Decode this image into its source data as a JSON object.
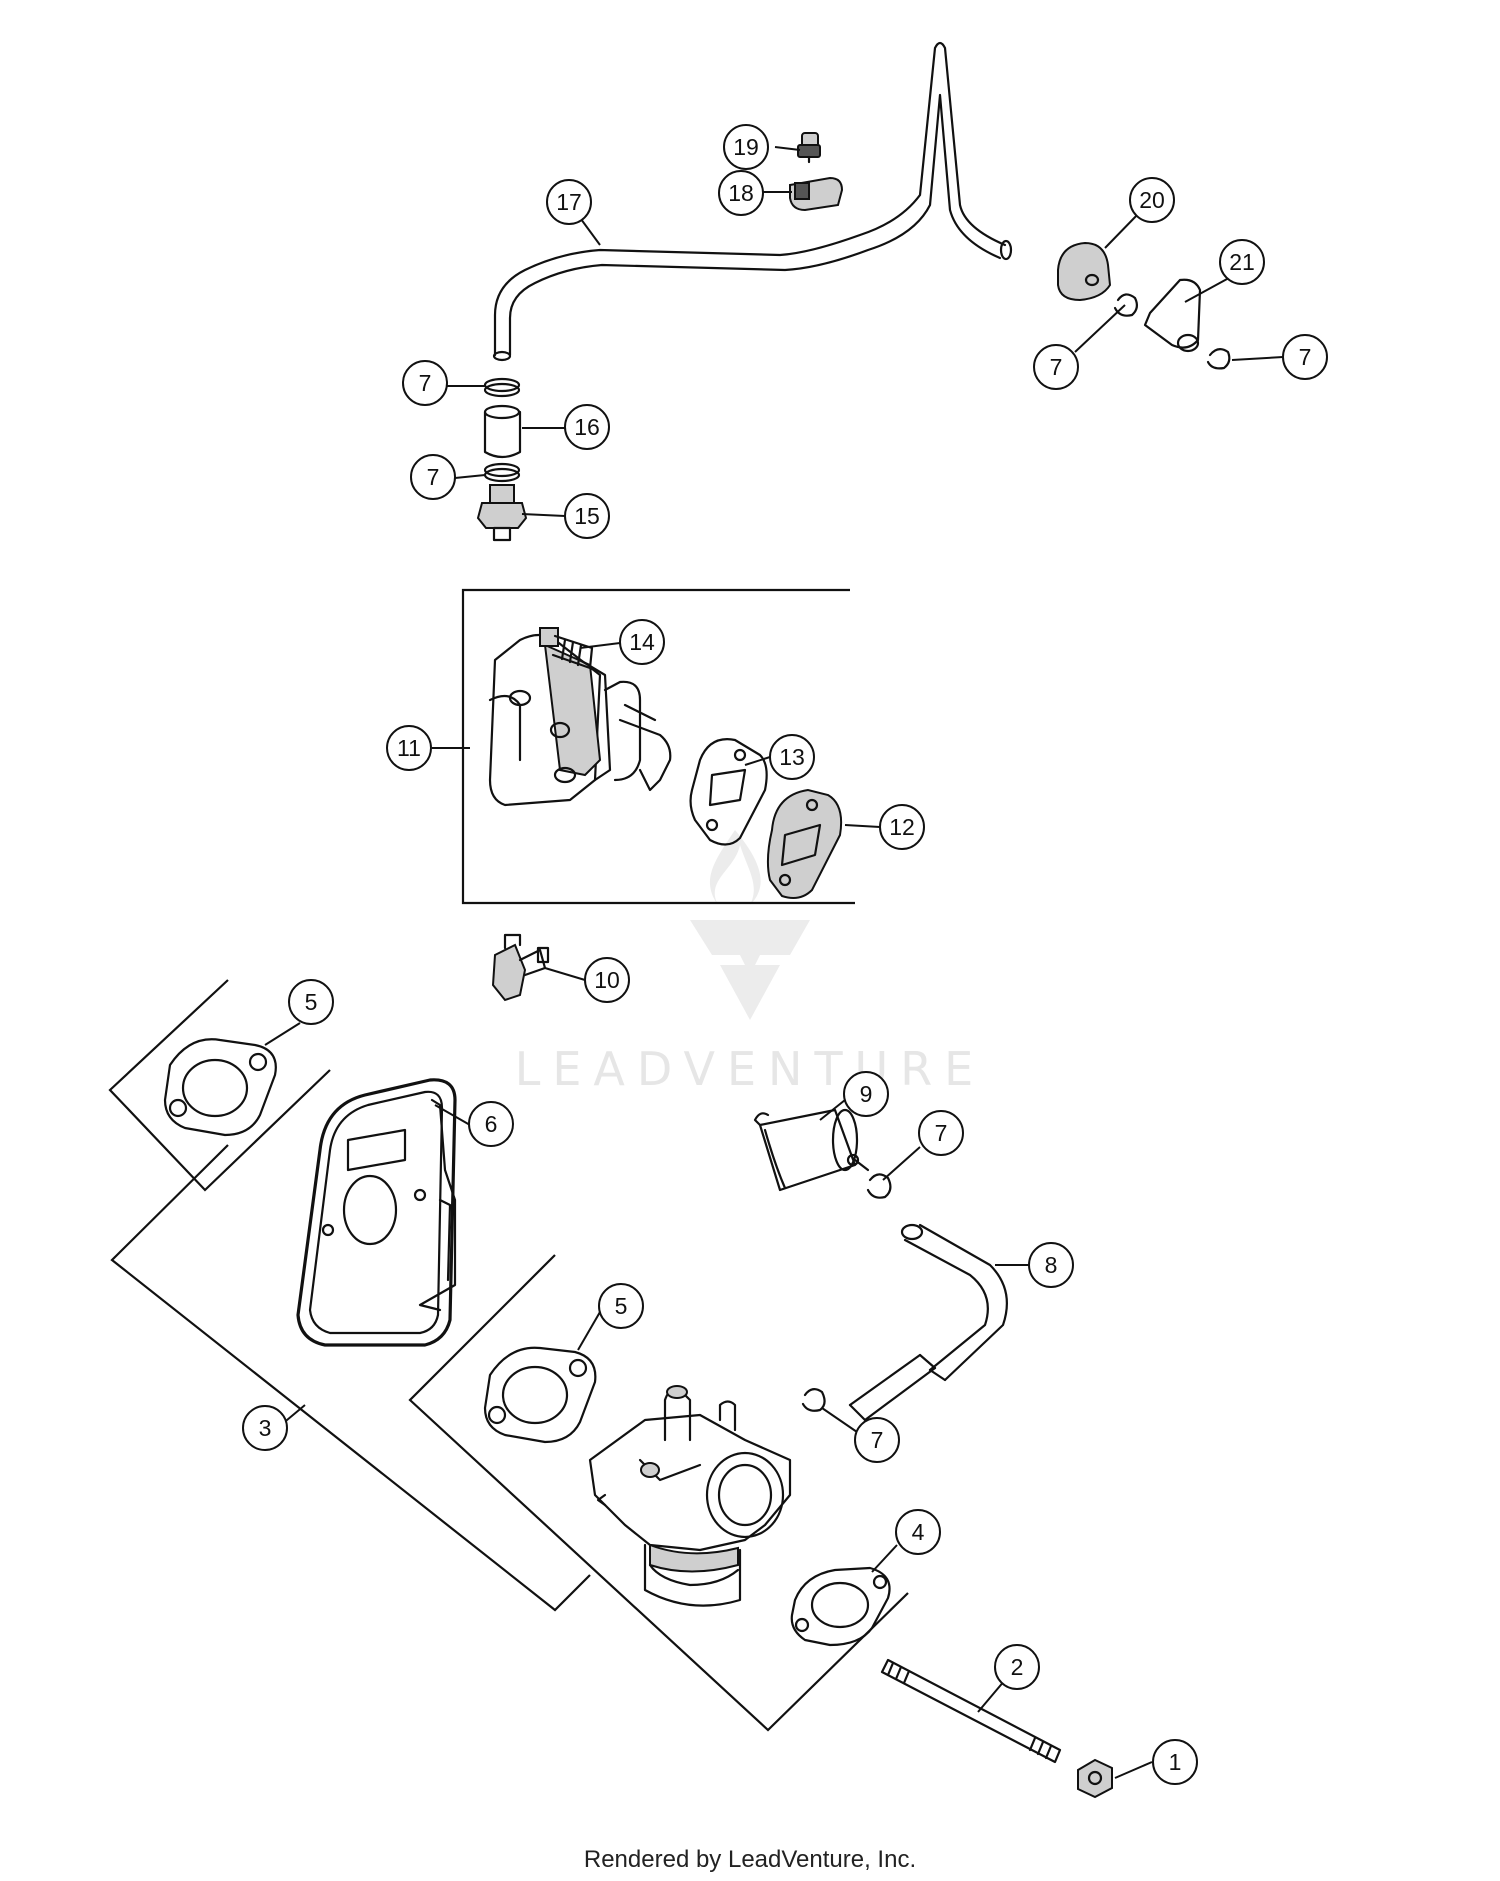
{
  "diagram": {
    "callouts": [
      {
        "id": "c1",
        "label": "1"
      },
      {
        "id": "c2",
        "label": "2"
      },
      {
        "id": "c3",
        "label": "3"
      },
      {
        "id": "c4",
        "label": "4"
      },
      {
        "id": "c5a",
        "label": "5"
      },
      {
        "id": "c5b",
        "label": "5"
      },
      {
        "id": "c6",
        "label": "6"
      },
      {
        "id": "c7a",
        "label": "7"
      },
      {
        "id": "c7b",
        "label": "7"
      },
      {
        "id": "c7c",
        "label": "7"
      },
      {
        "id": "c7d",
        "label": "7"
      },
      {
        "id": "c7e",
        "label": "7"
      },
      {
        "id": "c7f",
        "label": "7"
      },
      {
        "id": "c8",
        "label": "8"
      },
      {
        "id": "c9",
        "label": "9"
      },
      {
        "id": "c10",
        "label": "10"
      },
      {
        "id": "c11",
        "label": "11"
      },
      {
        "id": "c12",
        "label": "12"
      },
      {
        "id": "c13",
        "label": "13"
      },
      {
        "id": "c14",
        "label": "14"
      },
      {
        "id": "c15",
        "label": "15"
      },
      {
        "id": "c16",
        "label": "16"
      },
      {
        "id": "c17",
        "label": "17"
      },
      {
        "id": "c18",
        "label": "18"
      },
      {
        "id": "c19",
        "label": "19"
      },
      {
        "id": "c20",
        "label": "20"
      },
      {
        "id": "c21",
        "label": "21"
      }
    ]
  },
  "watermark": {
    "text": "LEADVENTURE"
  },
  "footer": {
    "text": "Rendered by LeadVenture, Inc."
  }
}
